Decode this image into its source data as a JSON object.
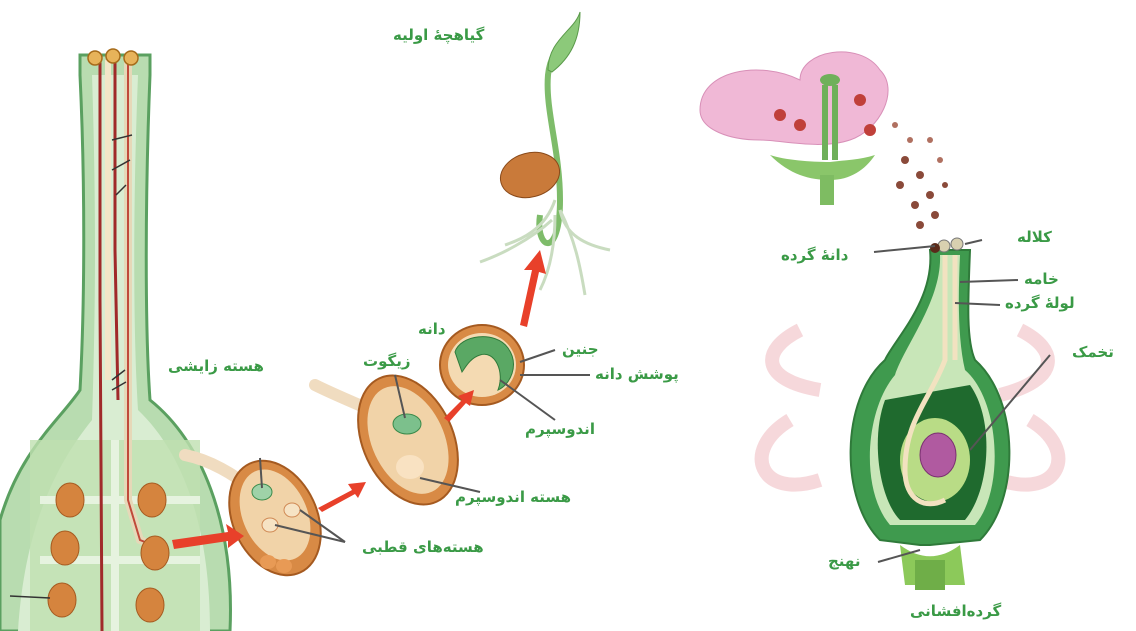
{
  "colors": {
    "label_green": "#3a9a46",
    "label_dark": "#2a2a2a",
    "arrow_red": "#e8402a",
    "ovary_green": "#4f9d5a",
    "tissue_light": "#d8ecd0",
    "seed_brown": "#c7702e"
  },
  "labels": {
    "primary_seedling": "گیاهچۀ اولیه",
    "seed": "دانه",
    "embryo": "جنین",
    "seed_coat": "پوشش دانه",
    "endosperm": "اندوسپرم",
    "zygote": "زیگوت",
    "generative_nucleus": "هسته زایشی",
    "endosperm_nucleus": "هسته اندوسپرم",
    "polar_nuclei": "هسته‌های قطبی",
    "stigma": "کلاله",
    "pollen_grain": "دانۀ گرده",
    "style": "خامه",
    "pollen_tube": "لولۀ گرده",
    "ovule": "تخمک",
    "receptacle": "نهنج",
    "pollination": "گرده‌افشانی"
  }
}
